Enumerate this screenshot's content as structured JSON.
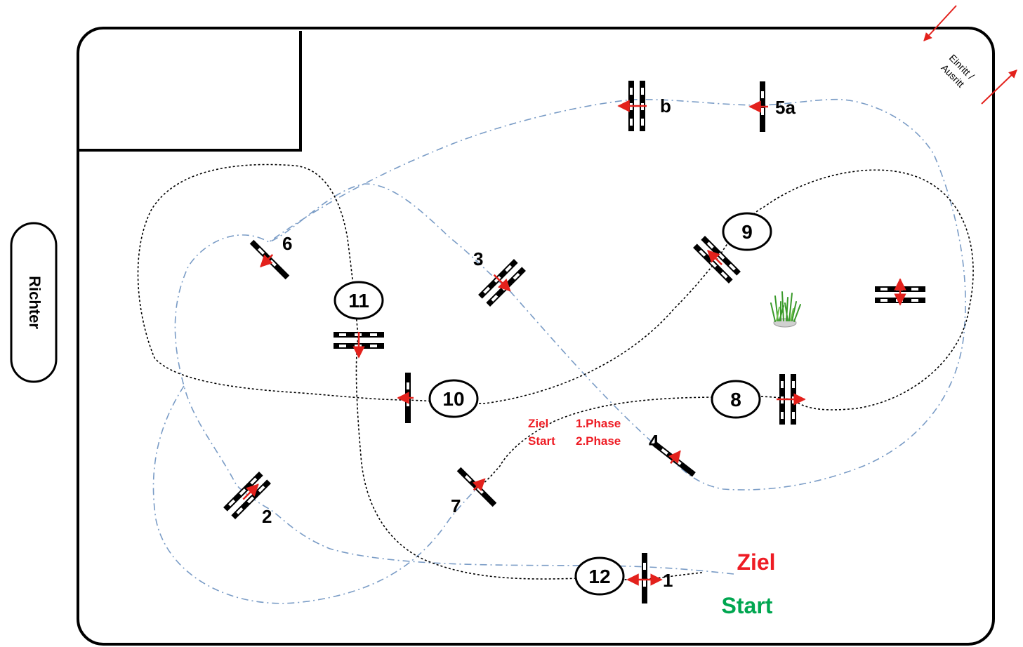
{
  "judge": {
    "label": "Richter"
  },
  "entrance": {
    "line1": "Einritt /",
    "line2": "Ausritt"
  },
  "start_finish": {
    "finish": "Ziel",
    "start": "Start"
  },
  "phase_note": {
    "finish_word": "Ziel",
    "start_word": "Start",
    "phase1": "1.Phase",
    "phase2": "2.Phase"
  },
  "obstacles": [
    {
      "id": "o-1",
      "label": "1"
    },
    {
      "id": "o-2",
      "label": "2"
    },
    {
      "id": "o-3",
      "label": "3"
    },
    {
      "id": "o-4",
      "label": "4"
    },
    {
      "id": "o-5a",
      "label": "5a"
    },
    {
      "id": "o-5b",
      "label": "b"
    },
    {
      "id": "o-6",
      "label": "6"
    },
    {
      "id": "o-7",
      "label": "7"
    },
    {
      "id": "o-8",
      "label": "8"
    },
    {
      "id": "o-9",
      "label": "9"
    },
    {
      "id": "o-10",
      "label": "10"
    },
    {
      "id": "o-11",
      "label": "11"
    },
    {
      "id": "o-12",
      "label": "12"
    }
  ],
  "colors": {
    "arena": "#000000",
    "phase1_path": "#7a9cc6",
    "phase2_path": "#000000",
    "direction_arrow": "#e3211c",
    "finish_text": "#ee1c24",
    "start_text": "#00a650"
  },
  "icons": {
    "plant": "grass-plant-icon"
  }
}
